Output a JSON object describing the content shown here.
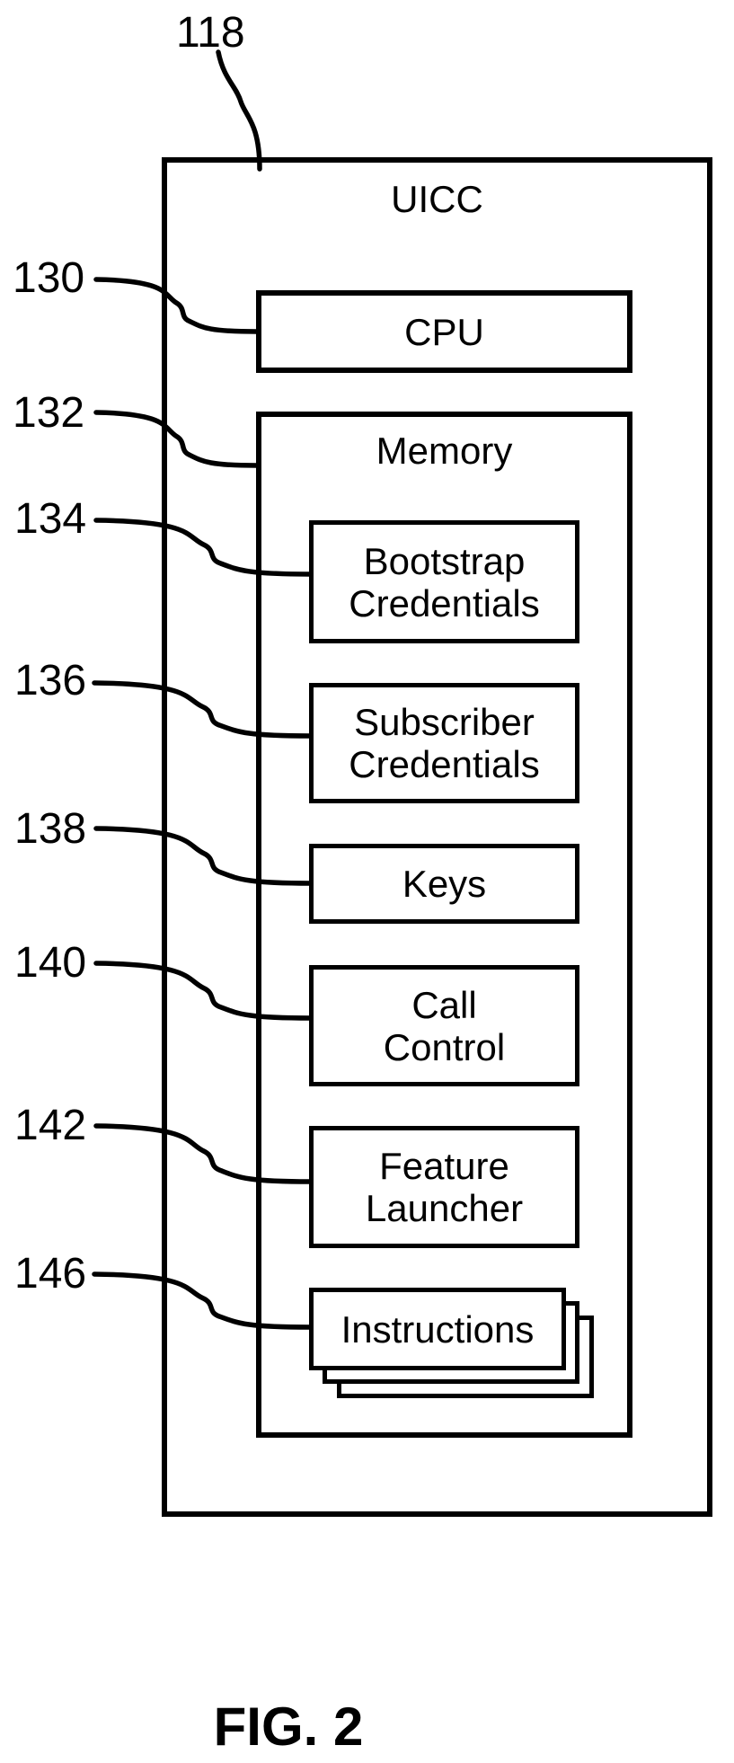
{
  "figure": {
    "caption": "FIG. 2"
  },
  "uicc": {
    "ref": "118",
    "label": "UICC"
  },
  "cpu": {
    "ref": "130",
    "label": "CPU"
  },
  "memory": {
    "ref": "132",
    "label": "Memory"
  },
  "blocks": {
    "bootstrap_credentials": {
      "ref": "134",
      "label": "Bootstrap\nCredentials"
    },
    "subscriber_credentials": {
      "ref": "136",
      "label": "Subscriber\nCredentials"
    },
    "keys": {
      "ref": "138",
      "label": "Keys"
    },
    "call_control": {
      "ref": "140",
      "label": "Call\nControl"
    },
    "feature_launcher": {
      "ref": "142",
      "label": "Feature\nLauncher"
    },
    "instructions": {
      "ref": "146",
      "label": "Instructions"
    }
  },
  "colors": {
    "ink": "#000000",
    "background": "#ffffff"
  }
}
